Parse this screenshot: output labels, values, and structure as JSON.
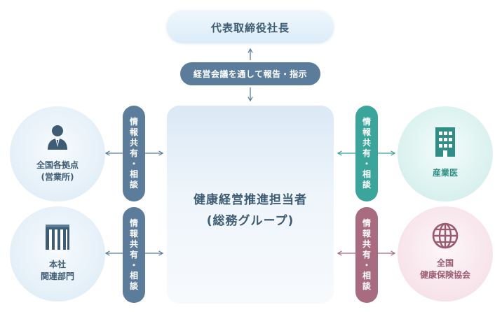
{
  "top": {
    "label": "代表取締役社長"
  },
  "meeting": {
    "label": "経営会議を通して報告・指示"
  },
  "center": {
    "line1": "健康経営推進担当者",
    "line2": "(総務グループ)"
  },
  "exchange_label": [
    "情",
    "報",
    "共",
    "有",
    "・",
    "相",
    "談"
  ],
  "nodes": {
    "branches": {
      "line1": "全国各拠点",
      "line2": "(営業所)",
      "icon": "person-icon"
    },
    "headquarters": {
      "line1": "本社",
      "line2": "関連部門",
      "icon": "building-icon"
    },
    "occupational_physician": {
      "line1": "産業医",
      "icon": "office-building-icon"
    },
    "health_insurance": {
      "line1": "全国",
      "line2": "健康保険協会",
      "icon": "globe-icon"
    }
  },
  "colors": {
    "navy": "#5b7d9b",
    "teal": "#3aa59a",
    "mauve": "#a86b7f",
    "text_navy": "#3e5c74"
  }
}
